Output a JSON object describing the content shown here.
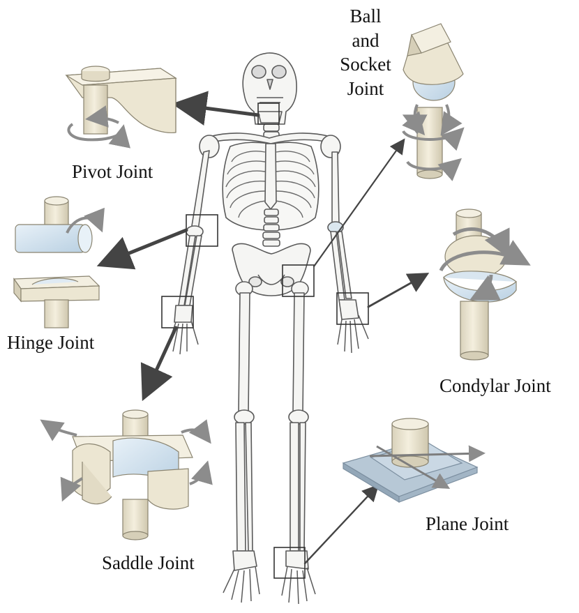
{
  "labels": {
    "ball_socket_lines": [
      "Ball",
      "and",
      "Socket",
      "Joint"
    ],
    "pivot": "Pivot Joint",
    "hinge": "Hinge Joint",
    "condylar": "Condylar Joint",
    "saddle": "Saddle Joint",
    "plane": "Plane Joint"
  },
  "colors": {
    "bone_fill": "#f5f5f3",
    "bone_stroke": "#5a5a5a",
    "joint_fill": "#ece6d2",
    "joint_shade": "#d6cfb8",
    "cartilage": "#cfe0ec",
    "plane_plate": "#b7c8d6",
    "motion_arrow": "#8c8c8c",
    "pointer_arrow": "#444444",
    "box_stroke": "#333333"
  }
}
